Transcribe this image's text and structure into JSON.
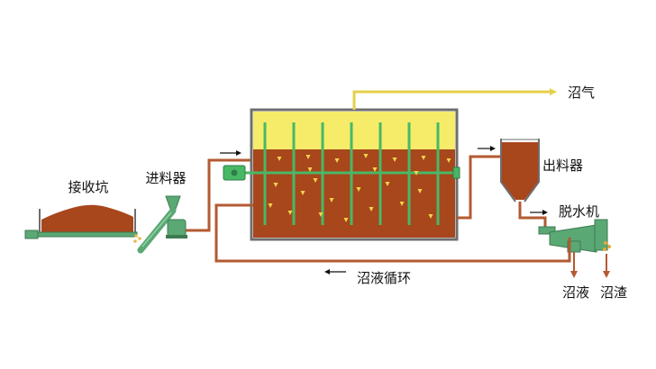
{
  "labels": {
    "biogas": "沼气",
    "collection_pit": "接收坑",
    "feeder": "进料器",
    "discharge": "出料器",
    "dewatering_machine": "脱水机",
    "slurry_recirculation": "沼液循环",
    "biogas_slurry": "沼液",
    "biogas_residue": "沼渣"
  },
  "colors": {
    "slurry": "#a8461c",
    "pipe": "#b35a32",
    "gas_layer": "#f6ec6a",
    "gas_pipe": "#e6d04a",
    "tank_wall": "#6e6e6e",
    "agitator": "#49b866",
    "bubble": "#f3d54a",
    "feeder_green": "#5aa874"
  }
}
